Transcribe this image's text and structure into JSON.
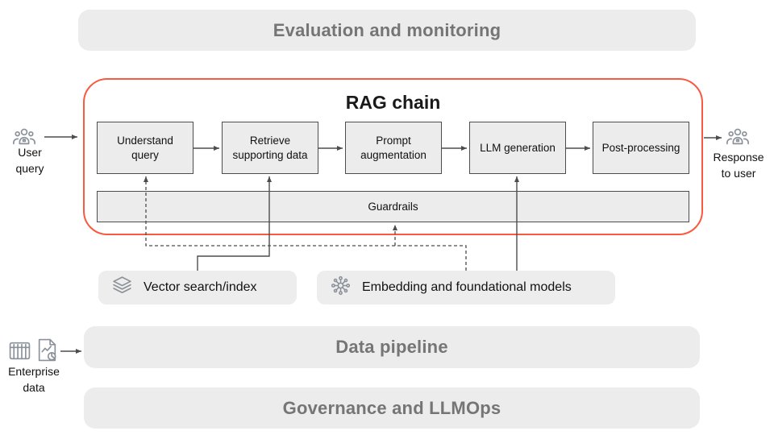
{
  "colors": {
    "accent_red": "#f8593f",
    "banner_fill": "#ececec",
    "banner_text": "#757575",
    "box_fill": "#ececec",
    "box_border": "#4d4d4d",
    "icon_gray": "#8a9199",
    "connector_gray": "#4d4d4d"
  },
  "banners": {
    "evaluation": "Evaluation and monitoring",
    "data_pipeline": "Data pipeline",
    "governance": "Governance and LLMOps"
  },
  "rag_chain": {
    "title": "RAG chain",
    "steps": [
      "Understand query",
      "Retrieve supporting data",
      "Prompt augmentation",
      "LLM generation",
      "Post-processing"
    ],
    "guardrails_label": "Guardrails"
  },
  "endpoints": {
    "user_query": "User query",
    "response_to_user": "Response to user",
    "enterprise_data": "Enterprise data"
  },
  "resources": {
    "vector_search": "Vector search/index",
    "embedding_models": "Embedding and foundational models"
  },
  "icons": {
    "left_input": "users-group-icon",
    "right_output": "users-group-icon",
    "vector_search": "layers-stack-icon",
    "embedding_models": "neural-network-icon",
    "enterprise_1": "table-grid-icon",
    "enterprise_2": "document-chart-icon"
  }
}
